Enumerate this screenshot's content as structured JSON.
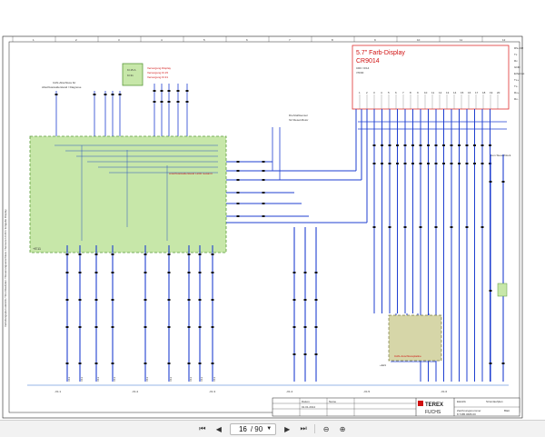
{
  "diagram": {
    "display": {
      "title_line1": "5.7\" Farb-Display",
      "title_line2": "CR9014",
      "sub1": "CR0 / 0/14",
      "sub2": "7/0/00"
    },
    "notes": {
      "top_left_1": "CAN-Abschluss für",
      "top_left_2": "Abschlusswiderstand / Diagnose",
      "relay_1": "Kl.15 A",
      "relay_2": "Kl.31",
      "relay_red_1": "Versorgung Display",
      "relay_red_2": "Versorgung Kl.15",
      "relay_red_3": "Versorgung Kl.31",
      "mid_label_1": "Drehzahlsensor",
      "mid_label_2": "für Diesel-Motor",
      "green_red": "Anschlusswiderstand 120R Gesamt",
      "right_label": "zum Steuerblock",
      "small_box_red": "CAN-Anschlussplatine",
      "area_label_left": "+E11",
      "area_label_small": "+E21",
      "left_vertical": "Verteilungsplan elektrik / Stromlaufplan / Steuerungsanschluss / Sensoren CAN / Eingabe Display"
    },
    "columns_top": [
      "1",
      "2",
      "3",
      "4",
      "5",
      "6",
      "7",
      "8",
      "9",
      "10",
      "11",
      "12"
    ],
    "display_pins": [
      "1",
      "2",
      "3",
      "4",
      "5",
      "6",
      "7",
      "8",
      "9",
      "10",
      "11",
      "12",
      "13",
      "14",
      "15",
      "16",
      "17",
      "18",
      "19",
      "20"
    ],
    "display_side": [
      "RS-232",
      "Tx",
      "Rx",
      "GND",
      "Ethernet",
      "Tx+",
      "Tx-",
      "Rx+",
      "Rx-"
    ],
    "bottom_refs": [
      "-X1:1",
      "-X1:2",
      "-X1:3",
      "-X1:4",
      "-X1:5",
      "-X1:6"
    ]
  },
  "title_block": {
    "brand": "TEREX",
    "sub_brand": "FUCHS",
    "col1_head": "Datum",
    "col2_head": "Name",
    "field_1": "Elektrik",
    "field_2": "Stromlaufplan",
    "field_3": "Zeichnungsnummer",
    "drawing_no": "8.7485.0686.00",
    "date": "01.01.2014",
    "sheet_label": "Blatt"
  },
  "viewer": {
    "current_page": "16",
    "total_pages": "/ 90"
  }
}
